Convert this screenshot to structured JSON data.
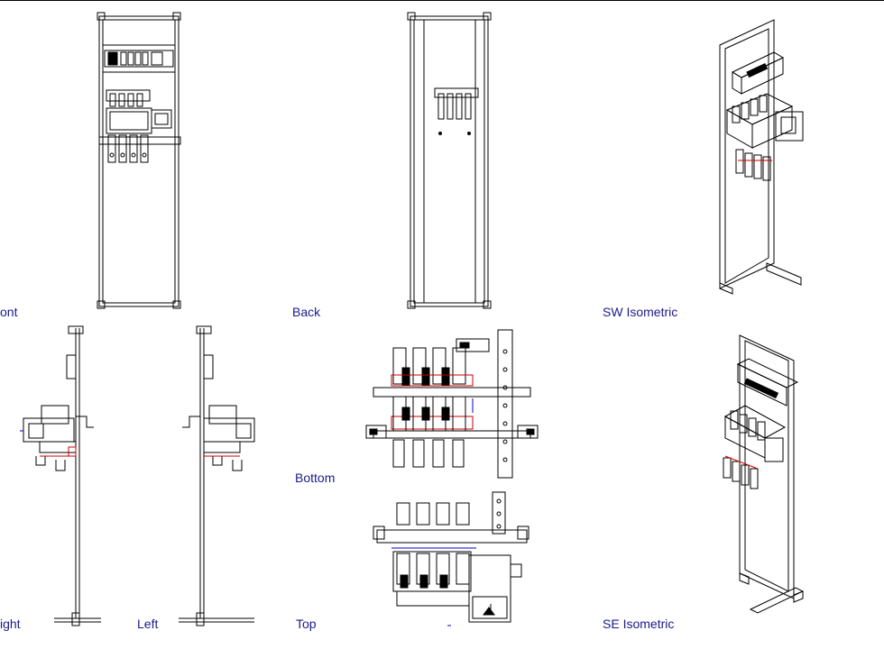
{
  "views": {
    "front": "ont",
    "back": "Back",
    "sw_iso": "SW Isometric",
    "right": "ight",
    "left": "Left",
    "bottom": "Bottom",
    "top": "Top",
    "se_iso": "SE Isometric"
  },
  "colors": {
    "background": "#ffffff",
    "line": "#000000",
    "label": "#1a1a8c",
    "accent_red": "#cc0000",
    "accent_blue": "#0000cc"
  }
}
